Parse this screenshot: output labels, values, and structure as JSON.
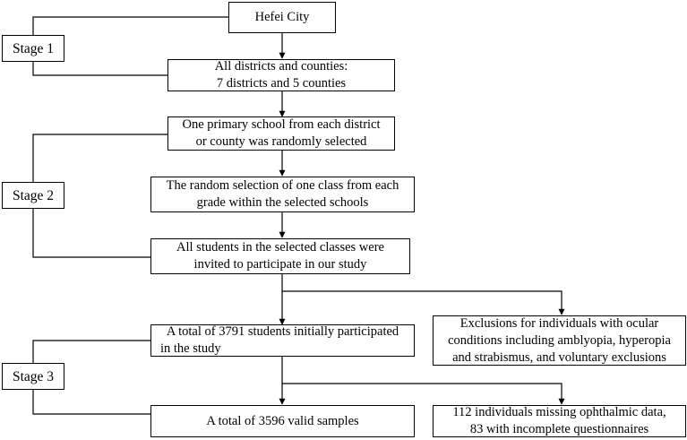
{
  "stages": [
    {
      "label": "Stage 1"
    },
    {
      "label": "Stage 2"
    },
    {
      "label": "Stage 3"
    }
  ],
  "boxes": {
    "hefei": {
      "lines": [
        "Hefei City"
      ]
    },
    "districts": {
      "lines": [
        "All districts and counties:",
        "7 districts and 5 counties"
      ]
    },
    "school": {
      "lines": [
        "One primary school from each district",
        "or county was randomly selected"
      ]
    },
    "class": {
      "lines": [
        "The random selection of one class from each",
        "grade within the selected schools"
      ]
    },
    "students": {
      "lines": [
        "All students in the selected classes were",
        "invited to participate in our study"
      ]
    },
    "initial": {
      "lines": [
        "A total of 3791 students initially participated",
        "in the study"
      ]
    },
    "exclusions": {
      "lines": [
        "Exclusions for individuals with ocular",
        "conditions including amblyopia, hyperopia",
        "and strabismus, and voluntary exclusions"
      ]
    },
    "valid": {
      "lines": [
        "A total of 3596 valid samples"
      ]
    },
    "missing": {
      "lines": [
        "112 individuals missing ophthalmic data,",
        "83 with incomplete questionnaires"
      ]
    }
  },
  "colors": {
    "line": "#000000",
    "box_fill": "#ffffff"
  }
}
